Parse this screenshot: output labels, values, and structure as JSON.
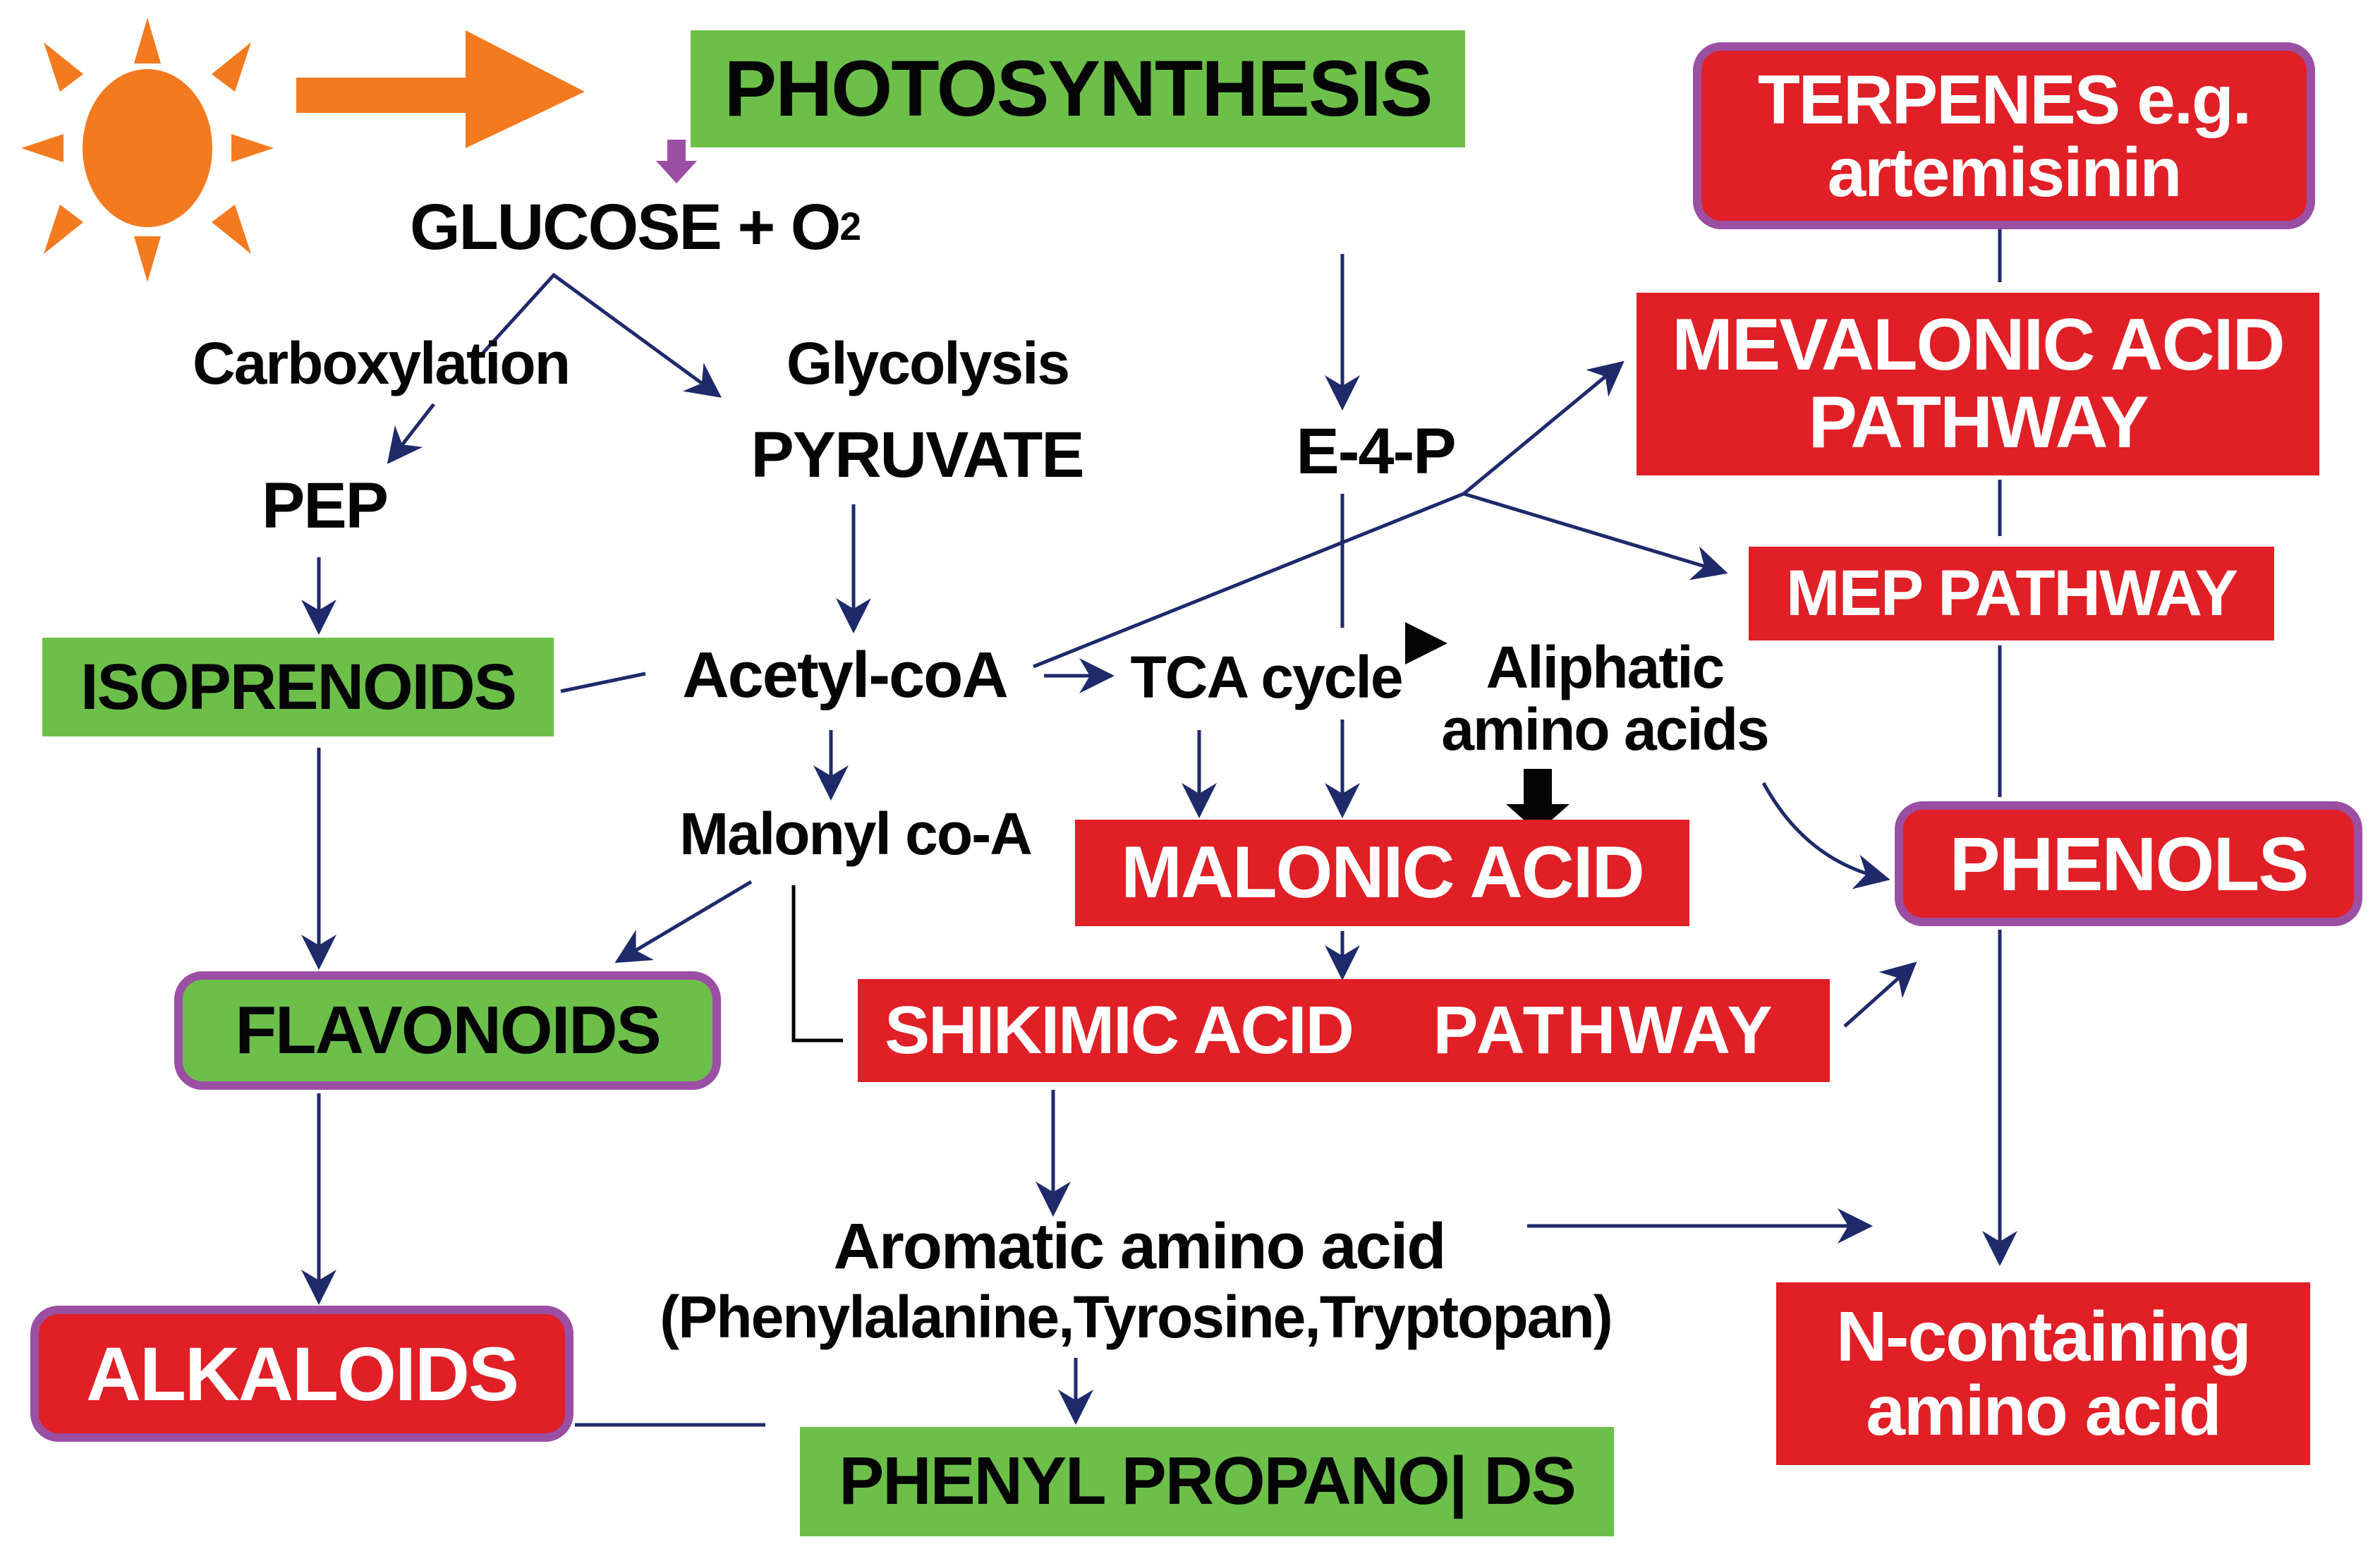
{
  "diagram": {
    "title": "Biosynthetic pathways of plant secondary metabolites",
    "colors": {
      "green_box": "#6cc04a",
      "red_box": "#e01f26",
      "purple_outline": "#9b4fa3",
      "arrow": "#1f2a6b",
      "sun": "#f47a20"
    },
    "icons": {
      "sun": "sun-icon",
      "light_arrow": "orange-arrow-icon",
      "purple_arrow": "purple-down-arrow-icon"
    },
    "nodes": {
      "photosynthesis": "PHOTOSYNTHESIS",
      "glucose": "GLUCOSE + O",
      "glucose_sub": "2",
      "carboxylation": "Carboxylation",
      "glycolysis": "Glycolysis",
      "pyruvate": "PYRUVATE",
      "pep": "PEP",
      "e4p": "E-4-P",
      "isoprenoids": "ISOPRENOIDS",
      "acetyl_coa": "Acetyl-coA",
      "tca_cycle": "TCA cycle",
      "aliphatic_line1": "Aliphatic",
      "aliphatic_line2": "amino acids",
      "malonyl_coa": "Malonyl co-A",
      "malonic_acid": "MALONIC ACID",
      "flavonoids": "FLAVONOIDS",
      "shikimic_acid": "SHIKIMIC ACID",
      "shikimic_pathway": "PATHWAY",
      "aromatic_line1": "Aromatic amino acid",
      "aromatic_line2": "(Phenylalanine,Tyrosine,Tryptopan)",
      "alkaloids": "ALKALOIDS",
      "phenylpropanoids": "PHENYL PROPANO| DS",
      "terpenes_line1": "TERPENES e.g.",
      "terpenes_line2": "artemisinin",
      "mevalonic_line1": "MEVALONIC ACID",
      "mevalonic_line2": "PATHWAY",
      "mep_pathway": "MEP PATHWAY",
      "phenols": "PHENOLS",
      "n_containing_line1": "N-containing",
      "n_containing_line2": "amino acid"
    },
    "edges": [
      {
        "from": "sun",
        "to": "photosynthesis"
      },
      {
        "from": "photosynthesis",
        "to": "glucose"
      },
      {
        "from": "glucose",
        "to": "carboxylation"
      },
      {
        "from": "glucose",
        "to": "glycolysis"
      },
      {
        "from": "carboxylation",
        "to": "pep"
      },
      {
        "from": "pyruvate",
        "to": "acetyl_coa"
      },
      {
        "from": "pep",
        "to": "isoprenoids"
      },
      {
        "from": "isoprenoids",
        "to": "acetyl_coa"
      },
      {
        "from": "acetyl_coa",
        "to": "tca_cycle"
      },
      {
        "from": "acetyl_coa",
        "to": "mevalonic_pathway"
      },
      {
        "from": "acetyl_coa",
        "to": "mep_pathway"
      },
      {
        "from": "acetyl_coa",
        "to": "malonyl_coa"
      },
      {
        "from": "e4p",
        "to": "malonic_acid"
      },
      {
        "from": "tca_cycle",
        "to": "malonic_acid"
      },
      {
        "from": "tca_cycle",
        "to": "aliphatic_amino_acids"
      },
      {
        "from": "aliphatic_amino_acids",
        "to": "malonic_acid"
      },
      {
        "from": "aliphatic_amino_acids",
        "to": "phenols"
      },
      {
        "from": "malonyl_coa",
        "to": "flavonoids"
      },
      {
        "from": "malonyl_coa",
        "to": "shikimic_acid_pathway"
      },
      {
        "from": "malonic_acid",
        "to": "shikimic_acid_pathway"
      },
      {
        "from": "isoprenoids",
        "to": "flavonoids"
      },
      {
        "from": "flavonoids",
        "to": "alkaloids"
      },
      {
        "from": "shikimic_acid_pathway",
        "to": "aromatic_amino_acid"
      },
      {
        "from": "shikimic_acid_pathway",
        "to": "phenols"
      },
      {
        "from": "aromatic_amino_acid",
        "to": "phenylpropanoids"
      },
      {
        "from": "aromatic_amino_acid",
        "to": "n_containing_amino_acid"
      },
      {
        "from": "alkaloids",
        "to": "phenylpropanoids"
      },
      {
        "from": "terpenes",
        "to": "mevalonic_pathway"
      },
      {
        "from": "mevalonic_pathway",
        "to": "mep_pathway"
      },
      {
        "from": "mep_pathway",
        "to": "phenols"
      },
      {
        "from": "phenols",
        "to": "n_containing_amino_acid"
      }
    ]
  }
}
